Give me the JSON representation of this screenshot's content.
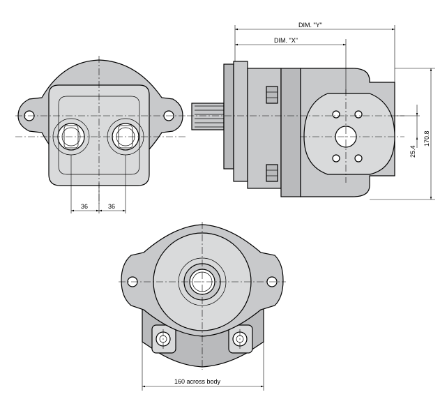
{
  "dimensions": {
    "dim_y": "DIM. \"Y\"",
    "dim_x": "DIM. \"X\"",
    "height_170_8": "170.8",
    "offset_25_4": "25.4",
    "port_spacing_left": "36",
    "port_spacing_right": "36",
    "across_body": "160 across body"
  },
  "colors": {
    "body": "#c8c9cb",
    "body_dark": "#b9babc",
    "body_light": "#d9dadb",
    "line": "#000000"
  }
}
